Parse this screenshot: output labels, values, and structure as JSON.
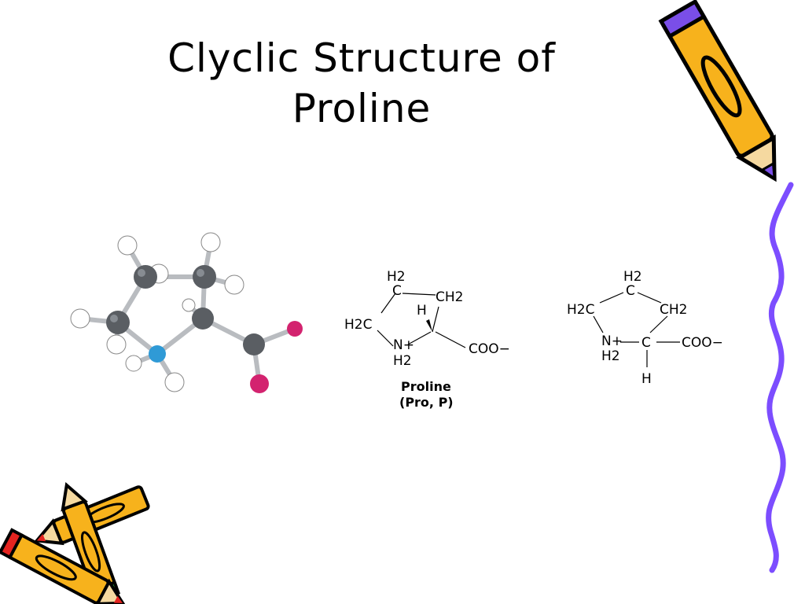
{
  "title": {
    "line1": "Clyclic Structure of",
    "line2": "Proline"
  },
  "structure_a": {
    "top_ch2": "H2",
    "top_c": "C",
    "ch2_right": "CH2",
    "h2c_left": "H2C",
    "h_alpha": "H",
    "n_plus": "N+",
    "nh2": "H2",
    "coo": "COO−",
    "caption_name": "Proline",
    "caption_abbrev": "(Pro, P)"
  },
  "structure_b": {
    "top_h2": "H2",
    "top_c": "C",
    "h2c_left": "H2C",
    "ch2_right": "CH2",
    "n_plus": "N+",
    "nh2": "H2",
    "c_alpha": "C",
    "coo": "COO−",
    "h_bottom": "H"
  },
  "colors": {
    "carbon": "#5a5e63",
    "hydrogen": "#ffffff",
    "nitrogen": "#2f9ad6",
    "oxygen": "#d3236f",
    "pencil_yellow": "#f7b21c",
    "pencil_purple": "#7a4ee8",
    "squiggle": "#7c4dff"
  },
  "icons": [
    "pencil-icon",
    "crossed-pencils-icon",
    "ball-and-stick-molecule"
  ]
}
